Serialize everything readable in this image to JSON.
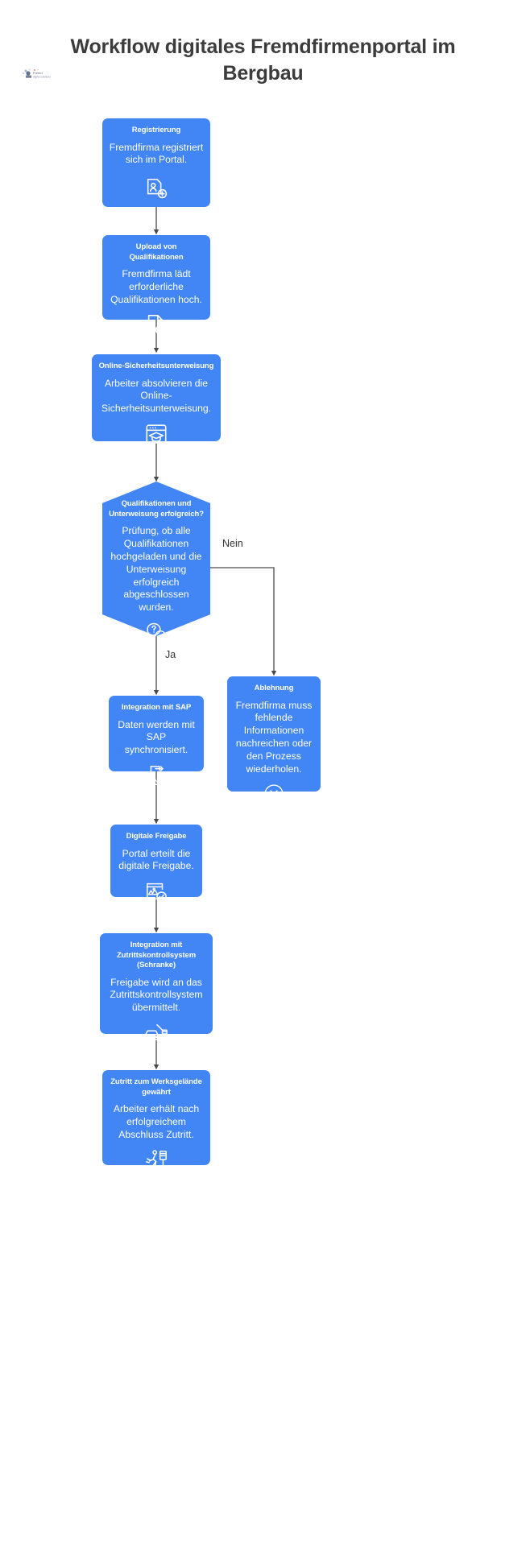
{
  "header": {
    "title": "Workflow digitales Fremdfirmenportal im Bergbau",
    "logo_icon": "brand-logo-icon"
  },
  "colors": {
    "node_fill": "#4285f4",
    "node_text": "#ffffff",
    "edge_stroke": "#4a4a4a",
    "title_text": "#3c3c3c",
    "background": "#ffffff"
  },
  "chart_data": {
    "type": "diagram",
    "diagram_type": "flowchart",
    "orientation": "top-to-bottom",
    "title": "Workflow digitales Fremdfirmenportal im Bergbau",
    "nodes": [
      {
        "id": "registrierung",
        "shape": "rounded-rect",
        "title": "Registrierung",
        "description": "Fremdfirma registriert sich im Portal.",
        "icon": "user-document-add-icon"
      },
      {
        "id": "upload",
        "shape": "rounded-rect",
        "title": "Upload von Qualifikationen",
        "description": "Fremdfirma lädt erforderliche Qualifikationen hoch.",
        "icon": "document-upload-icon"
      },
      {
        "id": "unterweisung",
        "shape": "rounded-rect",
        "title": "Online-Sicherheitsunterweisung",
        "description": "Arbeiter absolvieren die Online-Sicherheitsunterweisung.",
        "icon": "browser-graduation-cap-icon"
      },
      {
        "id": "pruefung",
        "shape": "hexagon",
        "title": "Qualifikationen und Unterweisung erfolgreich?",
        "description": "Prüfung, ob alle Qualifikationen hochgeladen und die Unterweisung erfolgreich abgeschlossen wurden.",
        "icon": "question-check-bubble-icon"
      },
      {
        "id": "ablehnung",
        "shape": "rounded-rect",
        "title": "Ablehnung",
        "description": "Fremdfirma muss fehlende Informationen nachreichen oder den Prozess wiederholen.",
        "icon": "circle-x-icon"
      },
      {
        "id": "sap",
        "shape": "rounded-rect",
        "title": "Integration mit SAP",
        "description": "Daten werden mit SAP synchronisiert.",
        "icon": "api-document-icon"
      },
      {
        "id": "freigabe",
        "shape": "rounded-rect",
        "title": "Digitale Freigabe",
        "description": "Portal erteilt die digitale Freigabe.",
        "icon": "approved-document-check-icon"
      },
      {
        "id": "zutrittskontrolle",
        "shape": "rounded-rect",
        "title": "Integration mit Zutrittskontrollsystem (Schranke)",
        "description": "Freigabe wird an das Zutrittskontrollsystem übermittelt.",
        "icon": "car-barrier-gate-icon"
      },
      {
        "id": "zutritt",
        "shape": "rounded-rect",
        "title": "Zutritt zum Werksgelände gewährt",
        "description": "Arbeiter erhält nach erfolgreichem Abschluss Zutritt.",
        "icon": "person-turnstile-icon"
      }
    ],
    "edges": [
      {
        "from": "registrierung",
        "to": "upload",
        "label": ""
      },
      {
        "from": "upload",
        "to": "unterweisung",
        "label": ""
      },
      {
        "from": "unterweisung",
        "to": "pruefung",
        "label": ""
      },
      {
        "from": "pruefung",
        "to": "sap",
        "label": "Ja"
      },
      {
        "from": "pruefung",
        "to": "ablehnung",
        "label": "Nein"
      },
      {
        "from": "sap",
        "to": "freigabe",
        "label": ""
      },
      {
        "from": "freigabe",
        "to": "zutrittskontrolle",
        "label": ""
      },
      {
        "from": "zutrittskontrolle",
        "to": "zutritt",
        "label": ""
      }
    ],
    "edge_labels": {
      "yes": "Ja",
      "no": "Nein"
    }
  }
}
